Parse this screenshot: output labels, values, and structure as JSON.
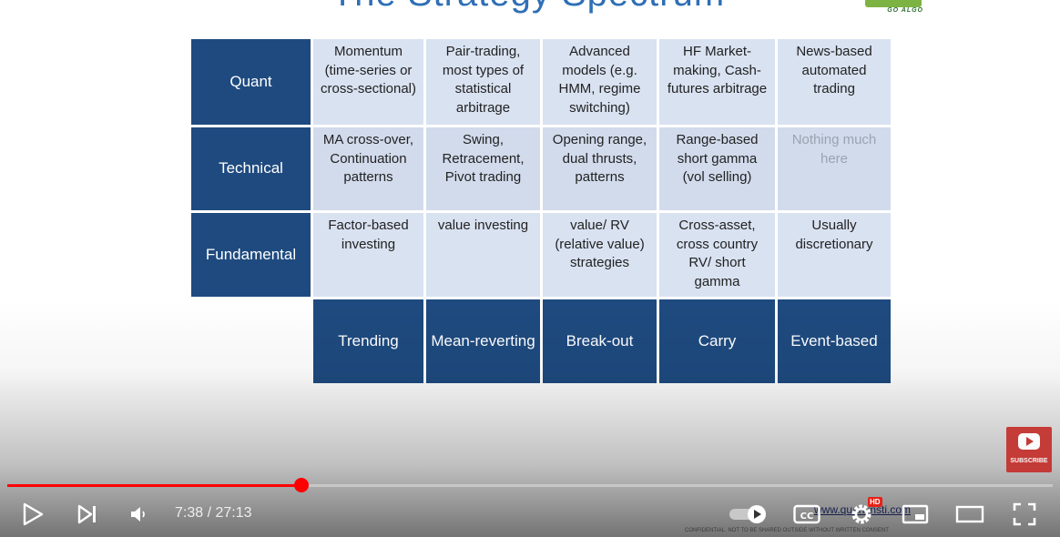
{
  "slide": {
    "title": "The Strategy Spectrum",
    "logo_tagline": "GO ALGO",
    "footer_link": "www.quantinsti.com",
    "footer_note": "CONFIDENTIAL. NOT TO BE SHARED OUTSIDE WITHOUT WRITTEN CONSENT"
  },
  "table": {
    "rows": [
      {
        "label": "Quant",
        "cells": [
          "Momentum (time-series or cross-sectional)",
          "Pair-trading, most types of statistical arbitrage",
          "Advanced models (e.g. HMM, regime switching)",
          "HF Market-making, Cash-futures arbitrage",
          "News-based automated trading"
        ]
      },
      {
        "label": "Technical",
        "cells": [
          "MA cross-over, Continuation patterns",
          "Swing, Retracement, Pivot trading",
          "Opening range, dual thrusts, patterns",
          "Range-based short gamma (vol selling)",
          "Nothing much here"
        ]
      },
      {
        "label": "Fundamental",
        "cells": [
          "Factor-based investing",
          "value investing",
          "value/ RV (relative value) strategies",
          "Cross-asset, cross country RV/ short gamma",
          "Usually discretionary"
        ]
      }
    ],
    "columns": [
      "Trending",
      "Mean-reverting",
      "Break-out",
      "Carry",
      "Event-based"
    ]
  },
  "player": {
    "current_time": "7:38",
    "duration": "27:13",
    "time_separator": " / ",
    "progress_fraction": 0.281,
    "subscribe_label": "SUBSCRIBE",
    "hd_badge": "HD",
    "icons": {
      "play": "play-icon",
      "next": "next-icon",
      "volume": "volume-icon",
      "autoplay": "autoplay-toggle-icon",
      "captions": "captions-icon",
      "settings": "gear-icon",
      "miniplayer": "miniplayer-icon",
      "theater": "theater-mode-icon",
      "fullscreen": "fullscreen-icon"
    },
    "colors": {
      "progress": "#ff0000",
      "subscribe": "#c4302b",
      "table_header": "#1e4a7f",
      "table_cell": "#d9e2f1"
    }
  }
}
